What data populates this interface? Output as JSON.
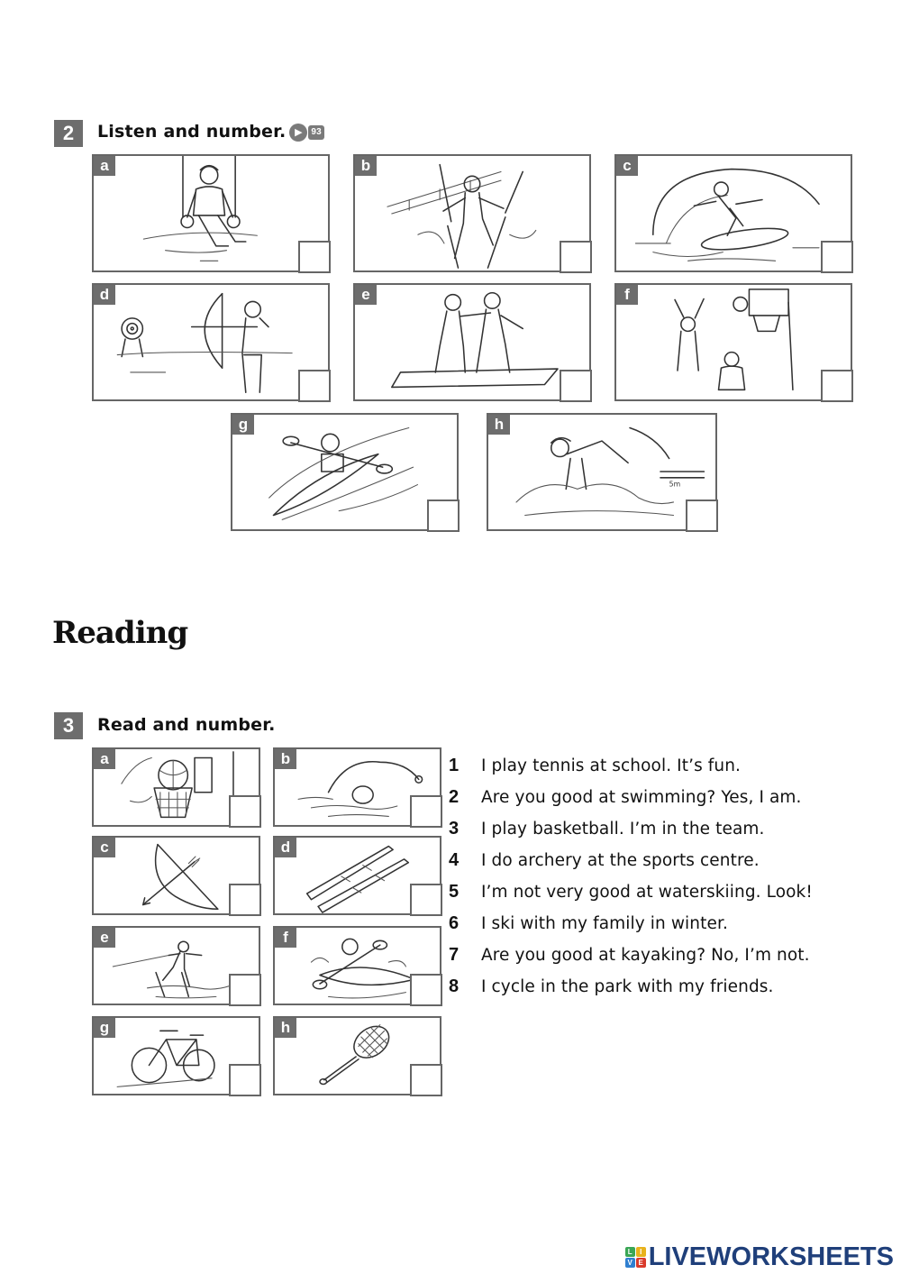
{
  "exercise2": {
    "number": "2",
    "instruction": "Listen and number.",
    "audio_icon": "speaker-icon",
    "audio_track": "93",
    "panels": [
      {
        "label": "a",
        "scene": "gymnastics-rings",
        "answer": ""
      },
      {
        "label": "b",
        "scene": "skiing",
        "answer": ""
      },
      {
        "label": "c",
        "scene": "surfing",
        "answer": ""
      },
      {
        "label": "d",
        "scene": "archery",
        "answer": ""
      },
      {
        "label": "e",
        "scene": "karate",
        "answer": ""
      },
      {
        "label": "f",
        "scene": "basketball",
        "answer": ""
      },
      {
        "label": "g",
        "scene": "kayaking",
        "answer": ""
      },
      {
        "label": "h",
        "scene": "swimming-dive",
        "answer": ""
      }
    ]
  },
  "section": {
    "title": "Reading"
  },
  "exercise3": {
    "number": "3",
    "instruction": "Read and number.",
    "panels": [
      {
        "label": "a",
        "scene": "basketball-hoop",
        "answer": ""
      },
      {
        "label": "b",
        "scene": "swimmer",
        "answer": ""
      },
      {
        "label": "c",
        "scene": "bow-and-arrow",
        "answer": ""
      },
      {
        "label": "d",
        "scene": "skis",
        "answer": ""
      },
      {
        "label": "e",
        "scene": "waterskiing",
        "answer": ""
      },
      {
        "label": "f",
        "scene": "kayak",
        "answer": ""
      },
      {
        "label": "g",
        "scene": "bicycle",
        "answer": ""
      },
      {
        "label": "h",
        "scene": "tennis-racket",
        "answer": ""
      }
    ],
    "sentences": [
      {
        "n": "1",
        "text": "I play tennis at school. It’s fun."
      },
      {
        "n": "2",
        "text": "Are you good at swimming? Yes, I am."
      },
      {
        "n": "3",
        "text": "I play basketball. I’m in the team."
      },
      {
        "n": "4",
        "text": "I do archery at the sports centre."
      },
      {
        "n": "5",
        "text": "I’m not very good at waterskiing. Look!"
      },
      {
        "n": "6",
        "text": "I ski with my family in winter."
      },
      {
        "n": "7",
        "text": "Are you good at kayaking? No, I’m not."
      },
      {
        "n": "8",
        "text": "I cycle in the park with my friends."
      }
    ]
  },
  "footer": {
    "brand": "LIVEWORKSHEETS",
    "logo_letters": [
      "L",
      "I",
      "V",
      "E"
    ],
    "logo_colors": [
      "#3aa655",
      "#e8b21c",
      "#2f7fd0",
      "#d93a2b"
    ],
    "brand_color": "#1f3f7a"
  }
}
